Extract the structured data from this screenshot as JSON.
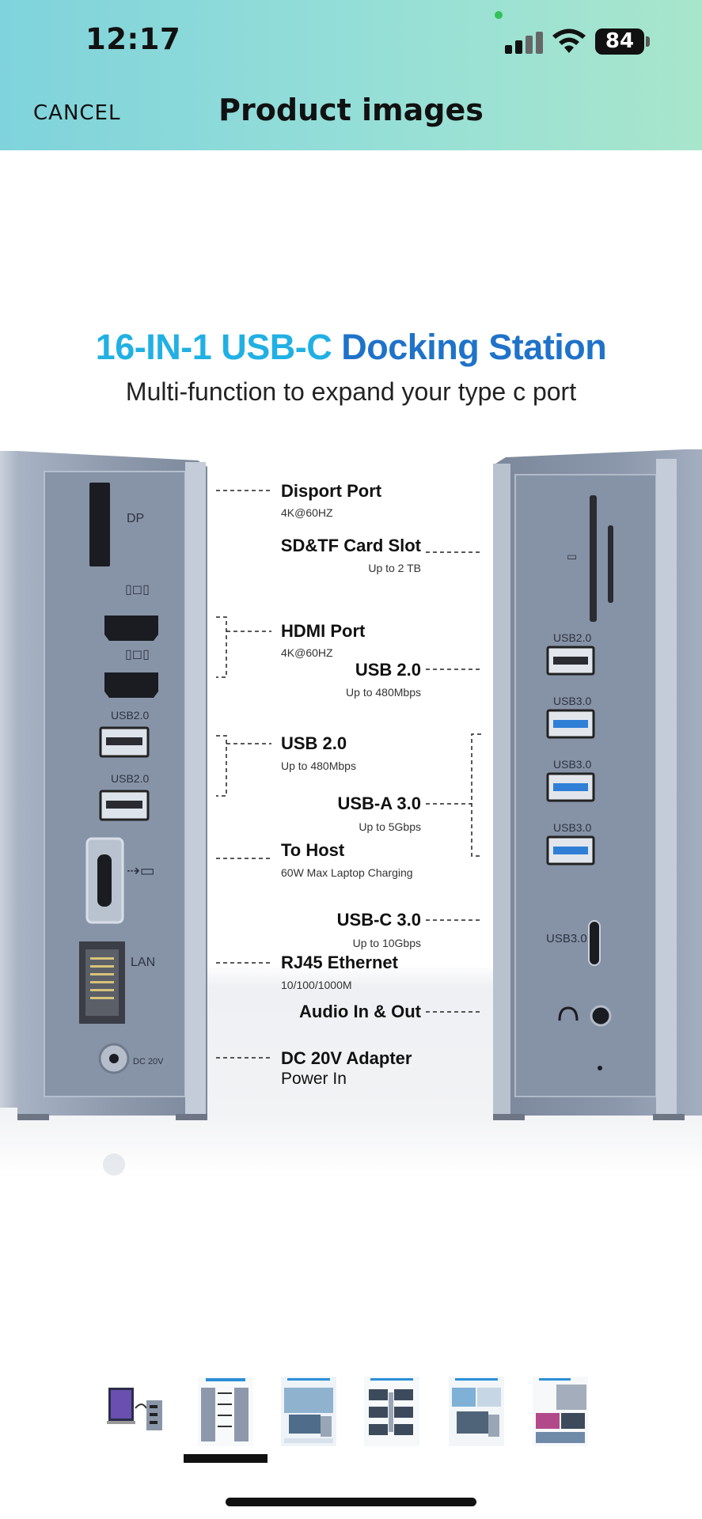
{
  "status_bar": {
    "time": "12:17",
    "battery": "84",
    "icons": [
      "signal-icon",
      "wifi-icon",
      "battery-icon"
    ]
  },
  "header": {
    "cancel_label": "CANCEL",
    "title": "Product images"
  },
  "product": {
    "title_part1": "16-IN-1 USB-C",
    "title_part2": " Docking Station",
    "subtitle": "Multi-function to expand your type c port",
    "labels": {
      "dp": "Disport Port",
      "dp_sub": "4K@60HZ",
      "sd": "SD&TF Card Slot",
      "sd_sub": "Up to 2 TB",
      "hdmi": "HDMI Port",
      "hdmi_sub": "4K@60HZ",
      "usb2_r": "USB 2.0",
      "usb2_r_sub": "Up to 480Mbps",
      "usb2_l": "USB 2.0",
      "usb2_l_sub": "Up to 480Mbps",
      "usba3": "USB-A 3.0",
      "usba3_sub": "Up to 5Gbps",
      "host": "To Host",
      "host_sub": "60W Max Laptop Charging",
      "usbc3": "USB-C 3.0",
      "usbc3_sub": "Up to 10Gbps",
      "rj45": "RJ45 Ethernet",
      "rj45_sub": "10/100/1000M",
      "audio": "Audio In & Out",
      "dc": "DC 20V Adapter",
      "dc_sub": "Power In"
    },
    "port_text": {
      "dp": "DP",
      "usb20": "USB2.0",
      "lan": "LAN",
      "dc20v": "DC 20V",
      "usb30": "USB3.0"
    },
    "colors": {
      "title_light": "#21b0e3",
      "title_dark": "#1f72c9",
      "usb3_blue": "#2f7fd6"
    }
  },
  "thumbnails": {
    "count": 6,
    "selected_index": 1
  }
}
